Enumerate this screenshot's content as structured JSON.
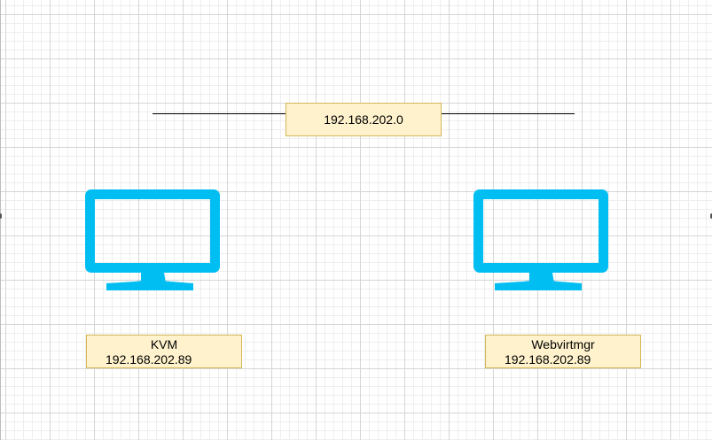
{
  "diagram": {
    "network": {
      "label": "192.168.202.0"
    },
    "hosts": [
      {
        "name": "KVM",
        "ip": "192.168.202.89",
        "icon": "monitor-icon"
      },
      {
        "name": "Webvirtmgr",
        "ip": "192.168.202.89",
        "icon": "monitor-icon"
      }
    ],
    "colors": {
      "monitor": "#00bef2",
      "label_fill": "#fff2cc",
      "label_border": "#d6b656",
      "line": "#000000",
      "grid": "#d6d6d6"
    }
  }
}
